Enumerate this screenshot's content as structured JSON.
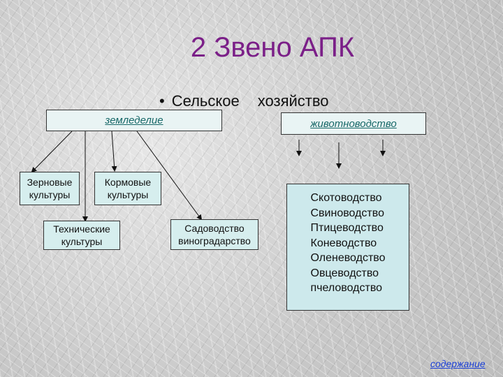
{
  "title": "2 Звено АПК",
  "subtitle": {
    "bullet": "•",
    "word1": "Сельское",
    "word2": "хозяйство"
  },
  "branches": {
    "zemledelie": {
      "label": "земледелие",
      "children": {
        "zernovye": {
          "line1": "Зерновые",
          "line2": "культуры"
        },
        "kormovye": {
          "line1": "Кормовые",
          "line2": "культуры"
        },
        "tekhnicheskie": {
          "line1": "Технические",
          "line2": "культуры"
        },
        "sadovodstvo": {
          "line1": "Садоводство",
          "line2": "виноградарство"
        }
      }
    },
    "zhivotnovodstvo": {
      "label": "животноводство",
      "items": [
        "Скотоводство",
        "Свиноводство",
        "Птицеводство",
        "Коневодство",
        "Оленеводство",
        "Овцеводство",
        "пчеловодство"
      ]
    }
  },
  "footer": {
    "link": "содержание"
  },
  "colors": {
    "title": "#7b1f88",
    "box_fill": "#d6eeee",
    "head_text": "#176868",
    "link": "#1a3fd6"
  }
}
